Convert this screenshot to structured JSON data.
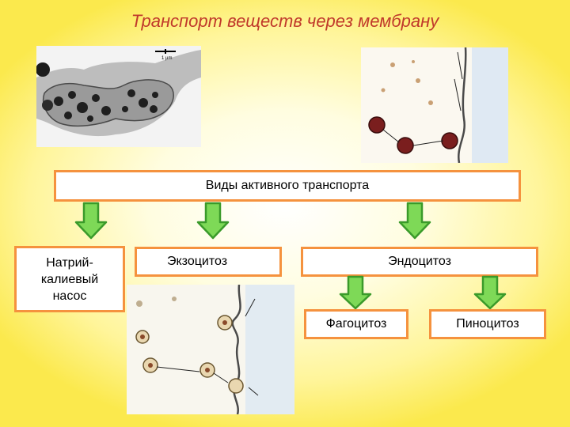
{
  "title": "Транспорт веществ через мембрану",
  "scale_bar_label": "1 µm",
  "root": {
    "label": "Виды активного транспорта"
  },
  "types": [
    {
      "label": "Натрий-калиевый насос"
    },
    {
      "label": "Экзоцитоз"
    },
    {
      "label": "Эндоцитоз"
    }
  ],
  "endocytosis_types": [
    {
      "label": "Фагоцитоз"
    },
    {
      "label": "Пиноцитоз"
    }
  ],
  "colors": {
    "title": "#c0392b",
    "box_border": "#f5923e",
    "arrow_fill": "#7ed957",
    "arrow_stroke": "#3a9a2a",
    "background_center": "#ffffff",
    "background_edge": "#fbe94d"
  }
}
